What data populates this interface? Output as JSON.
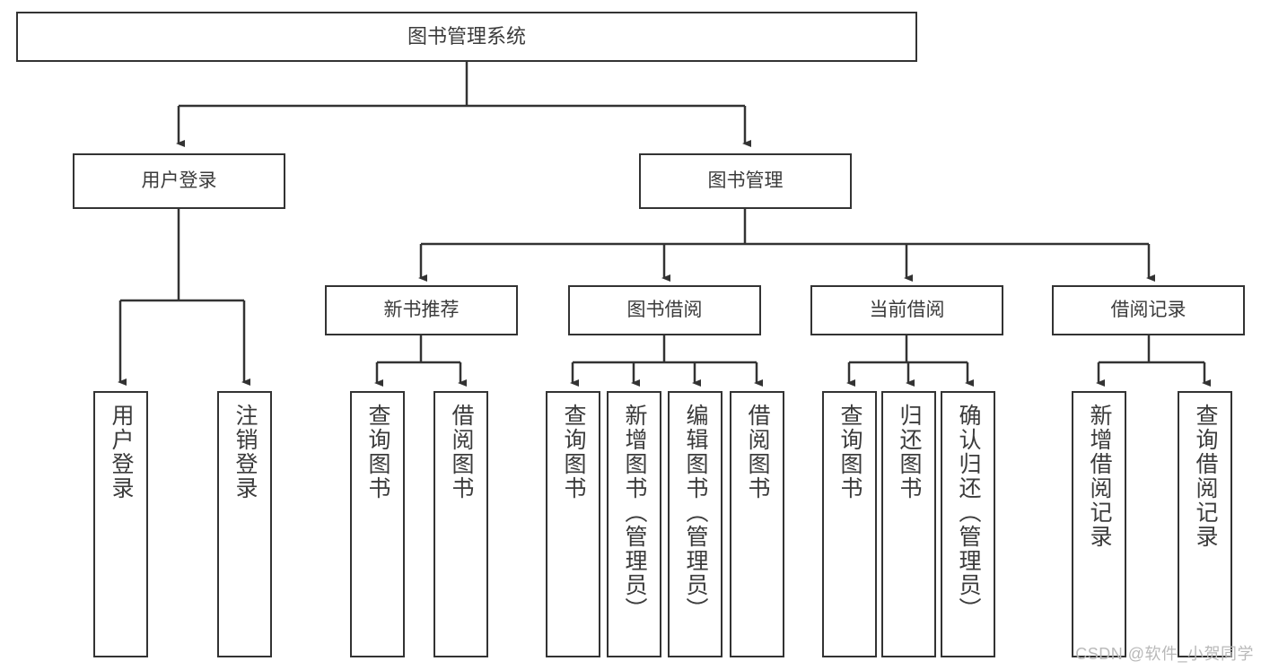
{
  "diagram": {
    "title": "图书管理系统",
    "type": "tree-hierarchy",
    "watermark": "CSDN @软件_小贺同学",
    "colors": {
      "stroke": "#333333",
      "text": "#3b3b3b",
      "background": "#ffffff",
      "watermark": "#b9b9b9"
    },
    "nodes": {
      "root": {
        "label": "图书管理系统"
      },
      "level2": [
        {
          "id": "user-login",
          "label": "用户登录"
        },
        {
          "id": "book-management",
          "label": "图书管理"
        }
      ],
      "level3": [
        {
          "id": "new-book-recommend",
          "label": "新书推荐"
        },
        {
          "id": "book-borrow",
          "label": "图书借阅"
        },
        {
          "id": "current-borrow",
          "label": "当前借阅"
        },
        {
          "id": "borrow-record",
          "label": "借阅记录"
        }
      ],
      "leaves": [
        {
          "id": "leaf-user-login",
          "label": "用户登录",
          "parent": "user-login"
        },
        {
          "id": "leaf-logout",
          "label": "注销登录",
          "parent": "user-login"
        },
        {
          "id": "leaf-query-book-1",
          "label": "查询图书",
          "parent": "new-book-recommend"
        },
        {
          "id": "leaf-borrow-book-1",
          "label": "借阅图书",
          "parent": "new-book-recommend"
        },
        {
          "id": "leaf-query-book-2",
          "label": "查询图书",
          "parent": "book-borrow"
        },
        {
          "id": "leaf-add-book",
          "label": "新增图书（管理员）",
          "parent": "book-borrow"
        },
        {
          "id": "leaf-edit-book",
          "label": "编辑图书（管理员）",
          "parent": "book-borrow"
        },
        {
          "id": "leaf-borrow-book-2",
          "label": "借阅图书",
          "parent": "book-borrow"
        },
        {
          "id": "leaf-query-book-3",
          "label": "查询图书",
          "parent": "current-borrow"
        },
        {
          "id": "leaf-return-book",
          "label": "归还图书",
          "parent": "current-borrow"
        },
        {
          "id": "leaf-confirm-return",
          "label": "确认归还（管理员）",
          "parent": "current-borrow"
        },
        {
          "id": "leaf-add-record",
          "label": "新增借阅记录",
          "parent": "borrow-record"
        },
        {
          "id": "leaf-query-record",
          "label": "查询借阅记录",
          "parent": "borrow-record"
        }
      ]
    }
  }
}
